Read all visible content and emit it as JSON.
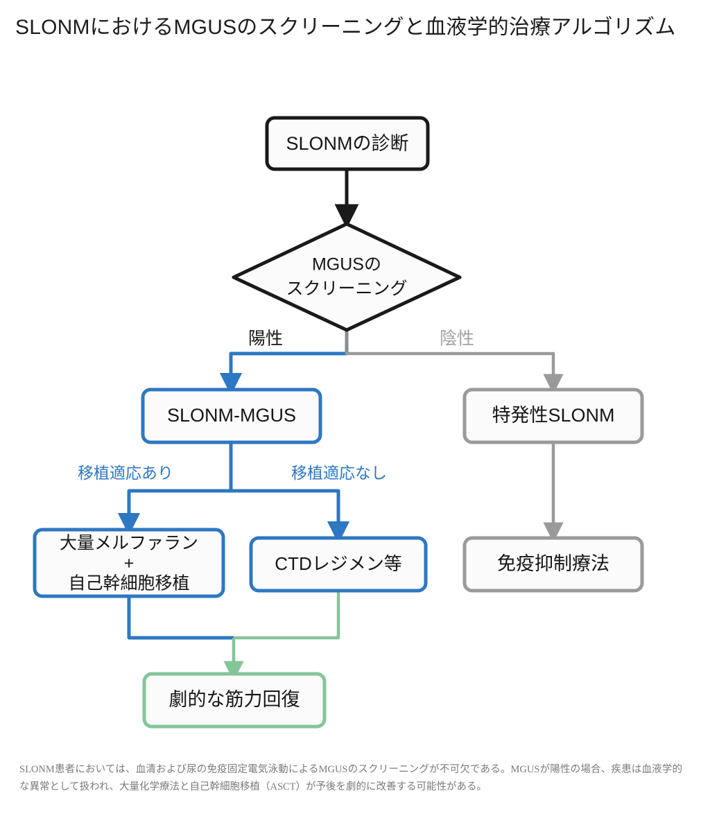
{
  "page_title": "SLONMにおけるMGUSのスクリーニングと血液学的治療アルゴリズム",
  "caption": "SLONM患者においては、血清および尿の免疫固定電気泳動によるMGUSのスクリーニングが不可欠である。MGUSが陽性の場合、疾患は血液学的な異常として扱われ、大量化学療法と自己幹細胞移植（ASCT）が予後を劇的に改善する可能性がある。",
  "colors": {
    "dark": "#1a1a1a",
    "blue": "#2E77C2",
    "gray": "#9a9a9a",
    "green": "#86C49A",
    "node_fill": "#fbfbfb",
    "text": "#151515",
    "caption_text": "#7b7b7b"
  },
  "nodes": {
    "diagnosis": {
      "label": "SLONMの診断",
      "shape": "rounded-rect",
      "color": "dark"
    },
    "screening": {
      "label_line1": "MGUSの",
      "label_line2": "スクリーニング",
      "shape": "diamond",
      "color": "dark"
    },
    "slonm_mgus": {
      "label": "SLONM-MGUS",
      "shape": "rounded-rect",
      "color": "blue"
    },
    "idiopathic": {
      "label": "特発性SLONM",
      "shape": "rounded-rect",
      "color": "gray"
    },
    "melphalan": {
      "label_line1": "大量メルファラン",
      "label_line2": "+",
      "label_line3": "自己幹細胞移植",
      "shape": "rounded-rect",
      "color": "blue"
    },
    "ctd": {
      "label": "CTDレジメン等",
      "shape": "rounded-rect",
      "color": "blue"
    },
    "immunosuppression": {
      "label": "免疫抑制療法",
      "shape": "rounded-rect",
      "color": "gray"
    },
    "recovery": {
      "label": "劇的な筋力回復",
      "shape": "rounded-rect",
      "color": "green"
    }
  },
  "edge_labels": {
    "positive": "陽性",
    "negative": "陰性",
    "transplant_eligible": "移植適応あり",
    "transplant_ineligible": "移植適応なし"
  },
  "chart_data": {
    "type": "flowchart",
    "title": "SLONMにおけるMGUSのスクリーニングと血液学的治療アルゴリズム",
    "nodes": [
      {
        "id": "diagnosis",
        "text": "SLONMの診断",
        "shape": "rounded-rect",
        "color": "#1a1a1a"
      },
      {
        "id": "screening",
        "text": "MGUSのスクリーニング",
        "shape": "diamond",
        "color": "#1a1a1a"
      },
      {
        "id": "slonm_mgus",
        "text": "SLONM-MGUS",
        "shape": "rounded-rect",
        "color": "#2E77C2"
      },
      {
        "id": "idiopathic",
        "text": "特発性SLONM",
        "shape": "rounded-rect",
        "color": "#9a9a9a"
      },
      {
        "id": "melphalan",
        "text": "大量メルファラン + 自己幹細胞移植",
        "shape": "rounded-rect",
        "color": "#2E77C2"
      },
      {
        "id": "ctd",
        "text": "CTDレジメン等",
        "shape": "rounded-rect",
        "color": "#2E77C2"
      },
      {
        "id": "immunosuppression",
        "text": "免疫抑制療法",
        "shape": "rounded-rect",
        "color": "#9a9a9a"
      },
      {
        "id": "recovery",
        "text": "劇的な筋力回復",
        "shape": "rounded-rect",
        "color": "#86C49A"
      }
    ],
    "edges": [
      {
        "from": "diagnosis",
        "to": "screening",
        "label": "",
        "color": "#1a1a1a"
      },
      {
        "from": "screening",
        "to": "slonm_mgus",
        "label": "陽性",
        "color": "#2E77C2"
      },
      {
        "from": "screening",
        "to": "idiopathic",
        "label": "陰性",
        "color": "#9a9a9a"
      },
      {
        "from": "slonm_mgus",
        "to": "melphalan",
        "label": "移植適応あり",
        "color": "#2E77C2"
      },
      {
        "from": "slonm_mgus",
        "to": "ctd",
        "label": "移植適応なし",
        "color": "#2E77C2"
      },
      {
        "from": "idiopathic",
        "to": "immunosuppression",
        "label": "",
        "color": "#9a9a9a"
      },
      {
        "from": "melphalan",
        "to": "recovery",
        "label": "",
        "color": "#2E77C2"
      },
      {
        "from": "ctd",
        "to": "recovery",
        "label": "",
        "color": "#86C49A"
      }
    ]
  }
}
